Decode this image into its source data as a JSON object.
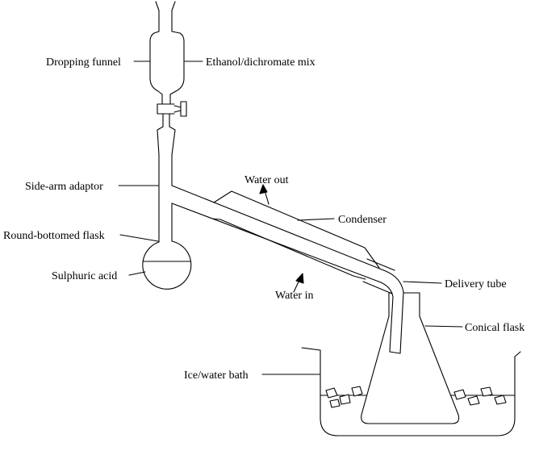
{
  "diagram": {
    "labels": {
      "dropping_funnel": "Dropping funnel",
      "ethanol_dichromate": "Ethanol/dichromate mix",
      "side_arm_adaptor": "Side-arm adaptor",
      "round_bottomed_flask": "Round-bottomed flask",
      "sulphuric_acid": "Sulphuric acid",
      "water_out": "Water out",
      "condenser": "Condenser",
      "water_in": "Water in",
      "delivery_tube": "Delivery tube",
      "conical_flask": "Conical flask",
      "ice_water_bath": "Ice/water bath"
    },
    "colors": {
      "line": "#000000",
      "background": "#ffffff"
    }
  }
}
